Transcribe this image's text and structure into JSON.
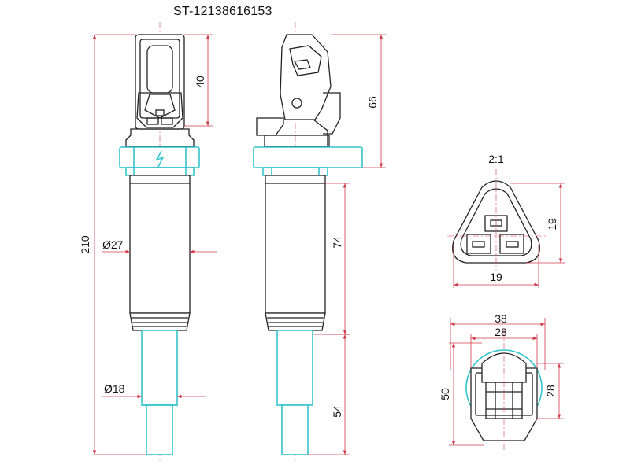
{
  "title": "ST-12138616153",
  "dimensions": {
    "overall_length": "210",
    "connector_height": "40",
    "side_head_height": "66",
    "body_diameter": "Ø27",
    "body_length": "74",
    "tip_diameter": "Ø18",
    "tip_length": "54",
    "connector_scale": "2:1",
    "connector_width": "19",
    "connector_height_detail": "19",
    "top_outer_width": "38",
    "top_inner_width": "28",
    "top_height": "50",
    "top_inner_height": "28"
  },
  "colors": {
    "outline": "#222222",
    "highlight": "#33c4cc",
    "dimension": "#d23a4a"
  }
}
